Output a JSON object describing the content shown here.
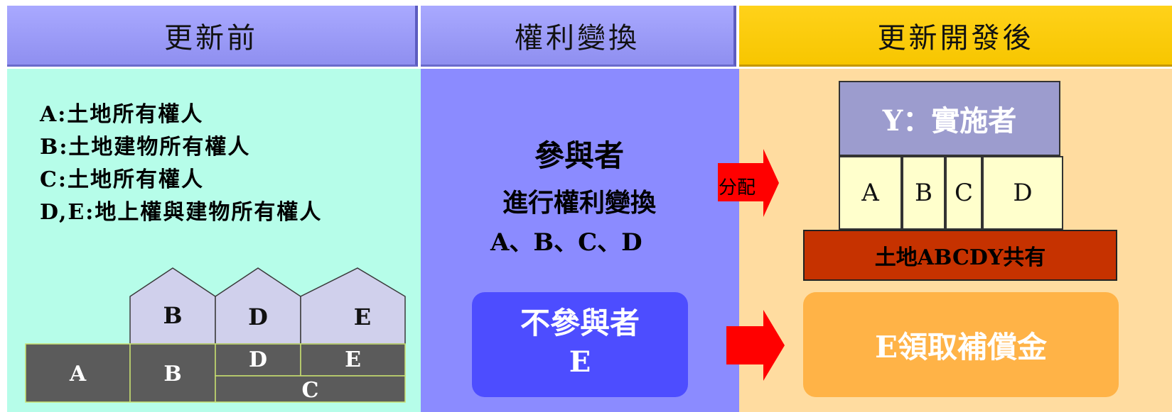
{
  "headers": {
    "before": "更新前",
    "exchange": "權利變換",
    "after": "更新開發後"
  },
  "before": {
    "legend": [
      "A:土地所有權人",
      "B:土地建物所有權人",
      "C:土地所有權人",
      "D,E:地上權與建物所有權人"
    ],
    "houses": [
      "B",
      "D",
      "E"
    ],
    "plots": {
      "a": "A",
      "b": "B",
      "d": "D",
      "e": "E",
      "c": "C"
    }
  },
  "exchange": {
    "participants_title": "參與者",
    "participants_action": "進行權利變換",
    "participants_list": "A、B、C、D",
    "non_participants_title": "不參與者",
    "non_participants_list": "E"
  },
  "after": {
    "allocate_label": "分配",
    "implementer": "Y：實施者",
    "units": [
      "A",
      "B",
      "C",
      "D"
    ],
    "land": "土地ABCDY共有",
    "compensation": "E領取補償金"
  },
  "colors": {
    "header_purple": "#9b9bf7",
    "header_yellow": "#fccd09",
    "panel_cyan": "#b6fde9",
    "panel_purple": "#8b8bff",
    "panel_peach": "#ffdca0",
    "plot_dark": "#5b5b5b",
    "house_lavender": "#d0d0ec",
    "land_red": "#c63200",
    "implementer_slate": "#9c9cce",
    "unit_cream": "#ffffcc",
    "non_participant_blue": "#4d4dff",
    "compensation_orange": "#ffb347",
    "arrow_red": "#ff0000"
  }
}
